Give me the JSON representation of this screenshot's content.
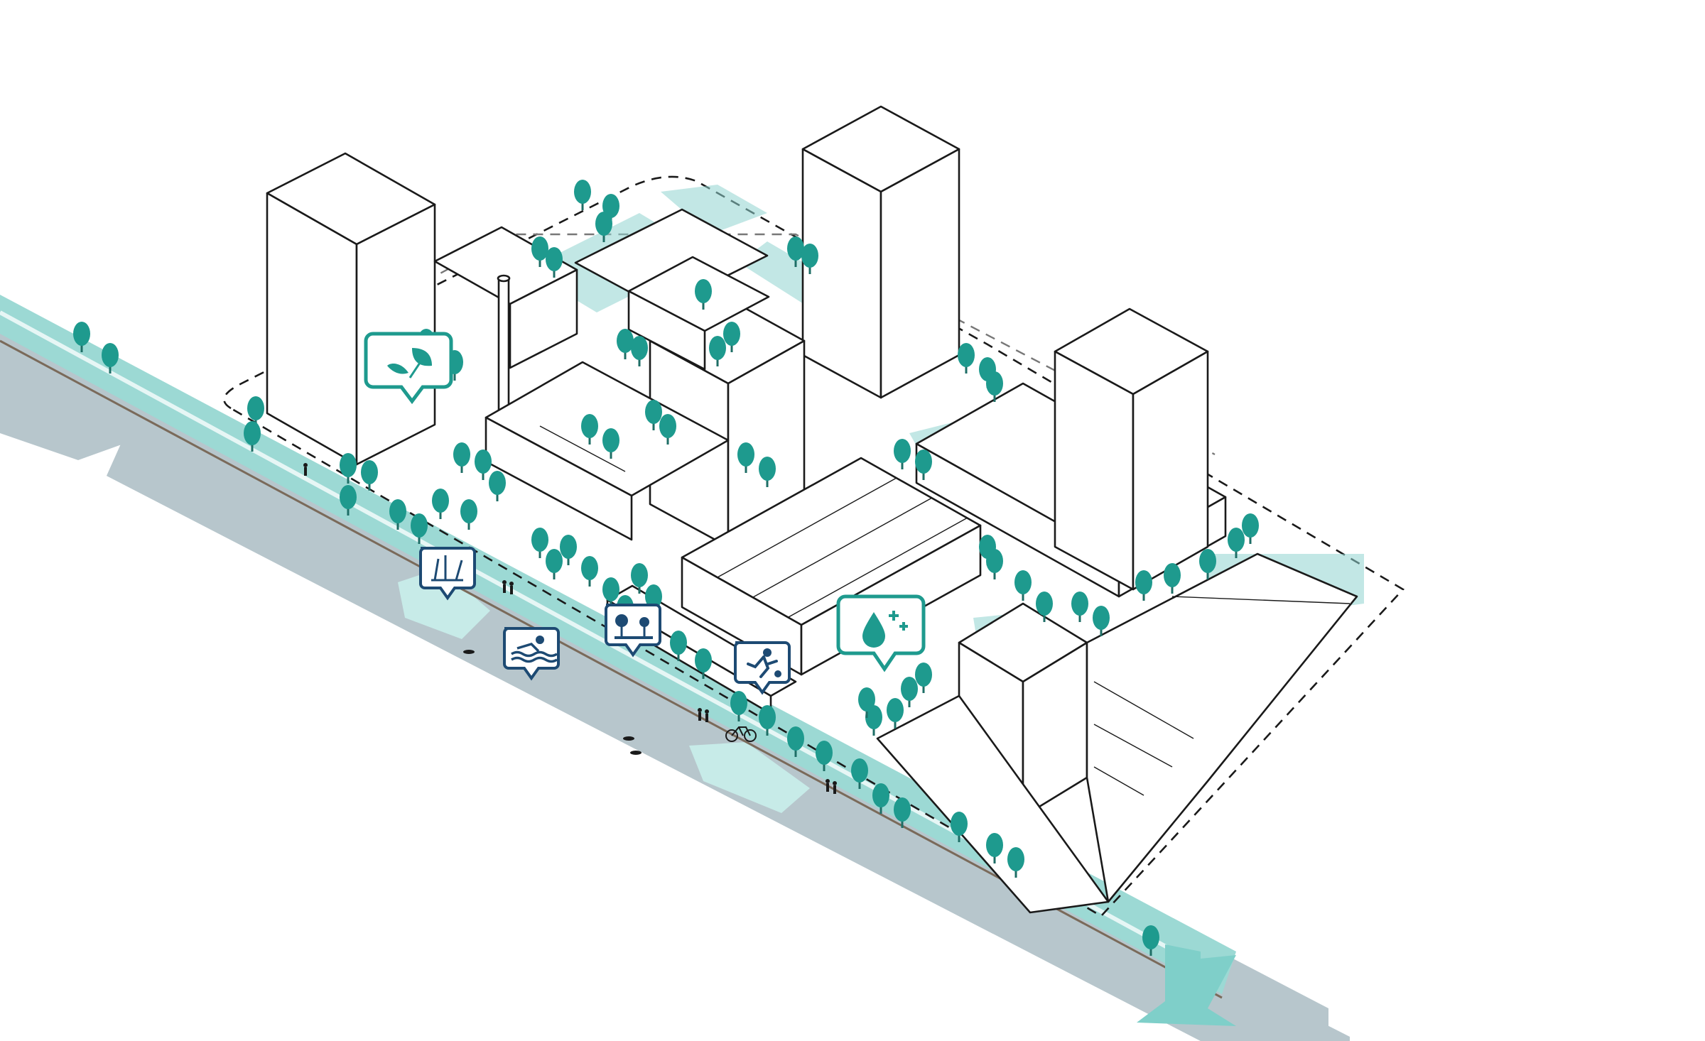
{
  "colors": {
    "teal": "#1e9a8e",
    "teal_light": "#8fd3cf",
    "teal_pale": "#c7ebe8",
    "water": "#b7c6cc",
    "navy": "#1d4a73",
    "outline": "#1a1a1a"
  },
  "icons": [
    {
      "name": "leaf-nature-icon",
      "style": "teal"
    },
    {
      "name": "reed-wetland-icon",
      "style": "navy"
    },
    {
      "name": "swimming-icon",
      "style": "navy"
    },
    {
      "name": "park-playground-icon",
      "style": "navy"
    },
    {
      "name": "football-sports-icon",
      "style": "navy"
    },
    {
      "name": "water-drop-plus-icon",
      "style": "teal"
    }
  ]
}
